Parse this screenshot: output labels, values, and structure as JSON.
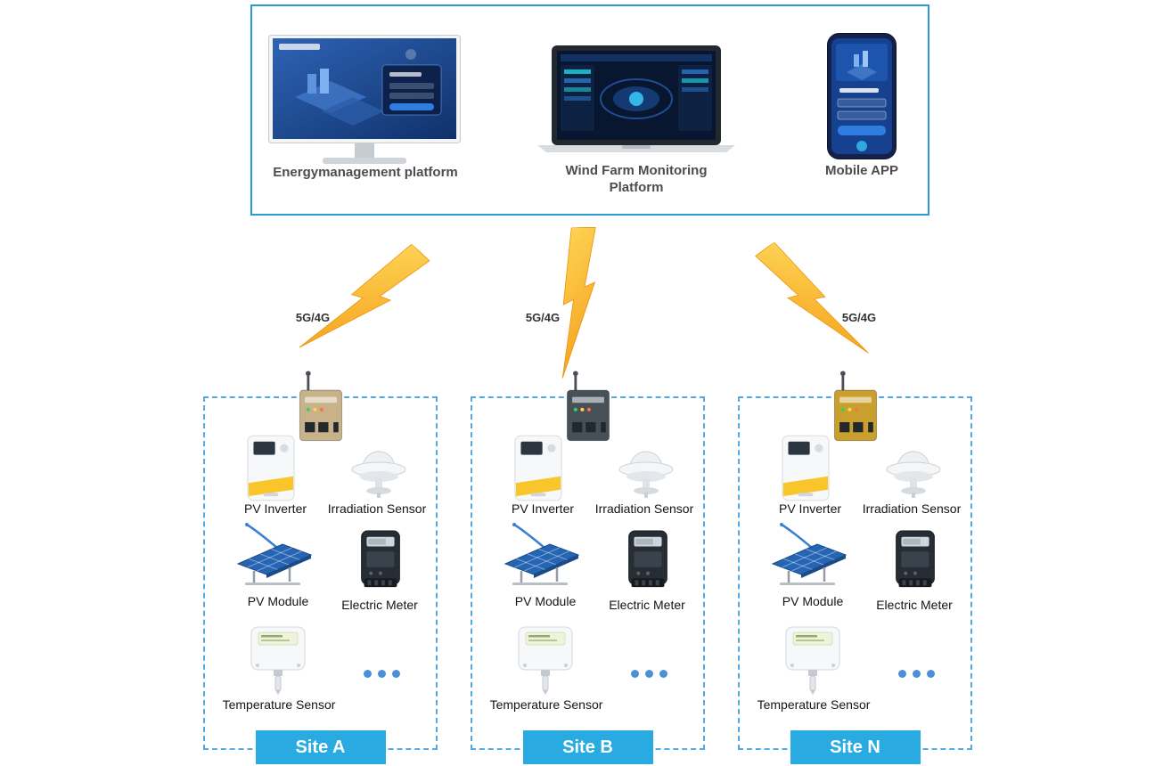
{
  "platforms": {
    "items": [
      {
        "name": "energy-management-platform",
        "label": "Energymanagement platform"
      },
      {
        "name": "wind-farm-monitoring-platform",
        "label_line1": "Wind Farm Monitoring",
        "label_line2": "Platform"
      },
      {
        "name": "mobile-app",
        "label": "Mobile APP"
      }
    ]
  },
  "links": [
    {
      "label": "5G/4G"
    },
    {
      "label": "5G/4G"
    },
    {
      "label": "5G/4G"
    }
  ],
  "sites": [
    {
      "name": "Site A",
      "devices": {
        "pv_inverter": "PV Inverter",
        "irradiation_sensor": "Irradiation Sensor",
        "pv_module": "PV Module",
        "electric_meter": "Electric Meter",
        "temperature_sensor": "Temperature Sensor"
      }
    },
    {
      "name": "Site B",
      "devices": {
        "pv_inverter": "PV Inverter",
        "irradiation_sensor": "Irradiation Sensor",
        "pv_module": "PV Module",
        "electric_meter": "Electric Meter",
        "temperature_sensor": "Temperature Sensor"
      }
    },
    {
      "name": "Site N",
      "devices": {
        "pv_inverter": "PV Inverter",
        "irradiation_sensor": "Irradiation Sensor",
        "pv_module": "PV Module",
        "electric_meter": "Electric Meter",
        "temperature_sensor": "Temperature Sensor"
      }
    }
  ],
  "icons": {
    "platform_1": "desktop-monitor-icon",
    "platform_2": "laptop-icon",
    "platform_3": "smartphone-icon",
    "link": "lightning-bolt-icon",
    "gateway": "iot-gateway-icon",
    "more_devices": "ellipsis-dots-icon"
  },
  "colors": {
    "top_box_border": "#2e9ad2",
    "site_border": "#55a9e2",
    "site_tag_bg": "#29abe2",
    "bolt_top": "#ffd95c",
    "bolt_bottom": "#f6a21c",
    "dots": "#4b8fd6",
    "gateway_a": "#c8b28a",
    "gateway_b": "#474f57",
    "gateway_n": "#c9a02e"
  }
}
